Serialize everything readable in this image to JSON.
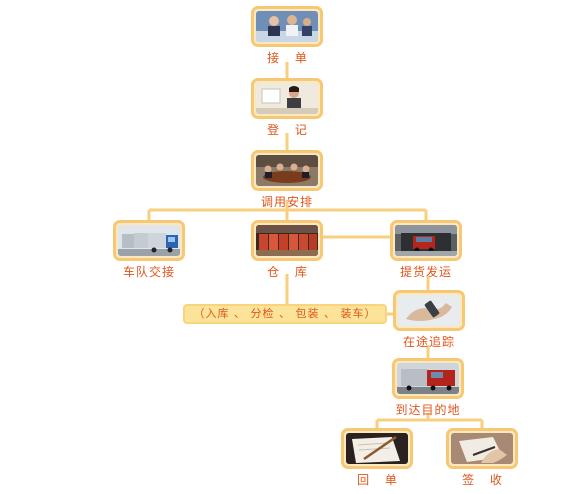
{
  "steps": {
    "receive_order": "接 单",
    "register": "登 记",
    "dispatch": "调用安排",
    "fleet_handover": "车队交接",
    "warehouse": "仓 库",
    "pickup_ship": "提货发运",
    "warehouse_ops": "（入库 、 分检 、 包装 、 装车）",
    "tracking": "在途追踪",
    "arrive_destination": "到达目的地",
    "return_receipt": "回 单",
    "sign_receive": "签 收"
  },
  "colors": {
    "label": "#e0561b",
    "frame": "#f7c873",
    "connector": "#f7cf7f",
    "banner_fill": "#fce39a"
  }
}
